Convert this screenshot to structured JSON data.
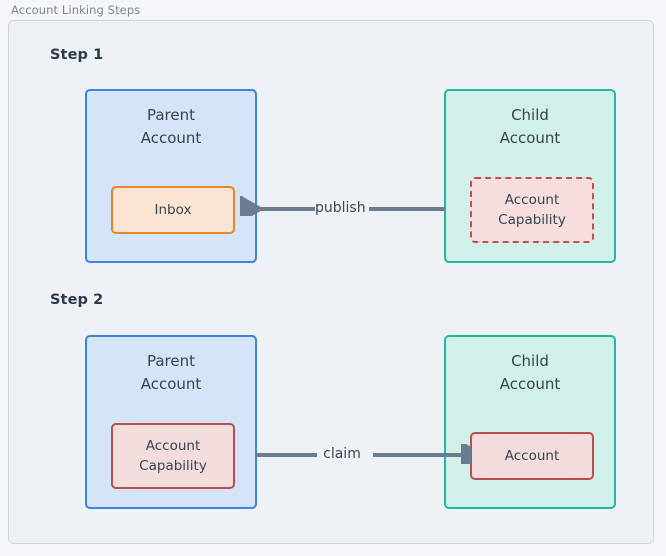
{
  "frame": {
    "title": "Account Linking Steps"
  },
  "colors": {
    "page_background": "#f4f6f9",
    "frame_background": "#eef1f5",
    "frame_border": "#ccd4de",
    "parent_fill": "#d6e4f7",
    "parent_border": "#3d85d8",
    "child_fill": "#d2f0ea",
    "child_border": "#23b79f",
    "inbox_fill": "#fbe5d2",
    "inbox_border": "#e8842c",
    "capability_fill": "#f5dedd",
    "capability_border": "#c0504d",
    "arrow": "#6b7c8f",
    "text": "#37434f",
    "heading_text": "#2c3a4b",
    "frame_title_text": "#7b8794"
  },
  "steps": [
    {
      "label": "Step 1",
      "left_account": {
        "title": "Parent\nAccount",
        "inner": {
          "text": "Inbox",
          "style": "orange-solid"
        }
      },
      "right_account": {
        "title": "Child\nAccount",
        "inner": {
          "text": "Account\nCapability",
          "style": "red-dashed"
        }
      },
      "edge": {
        "label": "publish",
        "direction": "right-to-left"
      }
    },
    {
      "label": "Step 2",
      "left_account": {
        "title": "Parent\nAccount",
        "inner": {
          "text": "Account\nCapability",
          "style": "red-solid"
        }
      },
      "right_account": {
        "title": "Child\nAccount",
        "inner": {
          "text": "Account",
          "style": "red-solid"
        }
      },
      "edge": {
        "label": "claim",
        "direction": "left-to-right"
      }
    }
  ]
}
